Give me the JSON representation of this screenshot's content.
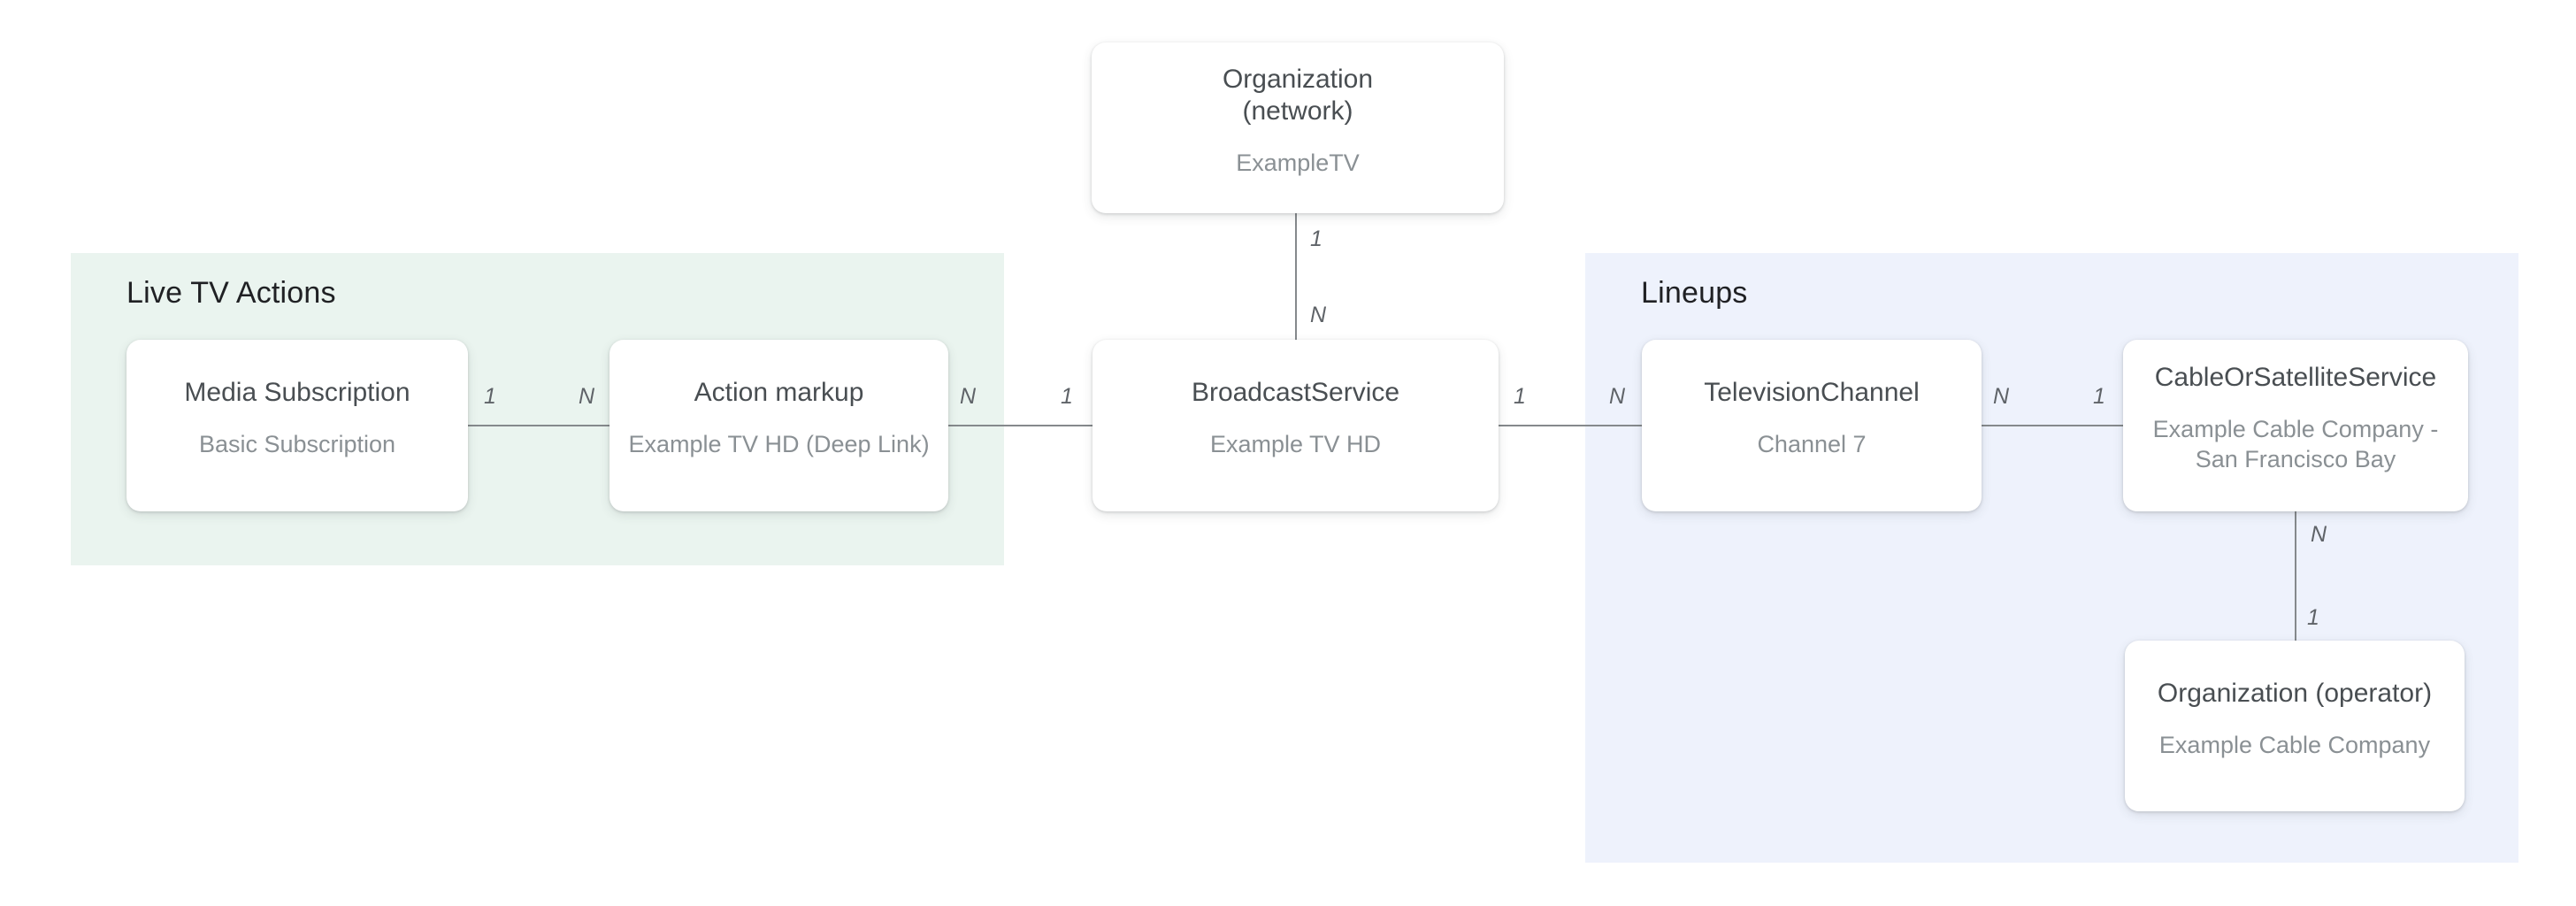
{
  "diagram": {
    "regions": {
      "live_tv_actions": {
        "label": "Live TV Actions",
        "bg_color": "#eaf4ef"
      },
      "lineups": {
        "label": "Lineups",
        "bg_color": "#eef2fc"
      }
    },
    "nodes": {
      "org_network": {
        "title": "Organization (network)",
        "subtitle": "ExampleTV"
      },
      "media_subscription": {
        "title": "Media Subscription",
        "subtitle": "Basic Subscription"
      },
      "action_markup": {
        "title": "Action markup",
        "subtitle": "Example TV HD (Deep Link)"
      },
      "broadcast_service": {
        "title": "BroadcastService",
        "subtitle": "Example TV HD"
      },
      "television_channel": {
        "title": "TelevisionChannel",
        "subtitle": "Channel 7"
      },
      "cable_or_satellite": {
        "title": "CableOrSatelliteService",
        "subtitle": "Example Cable Company - San Francisco Bay"
      },
      "org_operator": {
        "title": "Organization (operator)",
        "subtitle": "Example Cable Company"
      }
    },
    "connectors": {
      "network_to_broadcast": {
        "from_label": "1",
        "to_label": "N"
      },
      "media_to_action": {
        "from_label": "1",
        "to_label": "N"
      },
      "action_to_broadcast": {
        "from_label": "N",
        "to_label": "1"
      },
      "broadcast_to_channel": {
        "from_label": "1",
        "to_label": "N"
      },
      "channel_to_cable": {
        "from_label": "N",
        "to_label": "1"
      },
      "cable_to_operator": {
        "from_label": "N",
        "to_label": "1"
      }
    },
    "colors": {
      "node_bg": "#ffffff",
      "node_title_text": "#494e52",
      "node_subtitle_text": "#8a9094",
      "region_label_text": "#202124",
      "connector_line": "#85898c",
      "connector_label_text": "#5f6368",
      "page_bg": "#ffffff"
    }
  }
}
